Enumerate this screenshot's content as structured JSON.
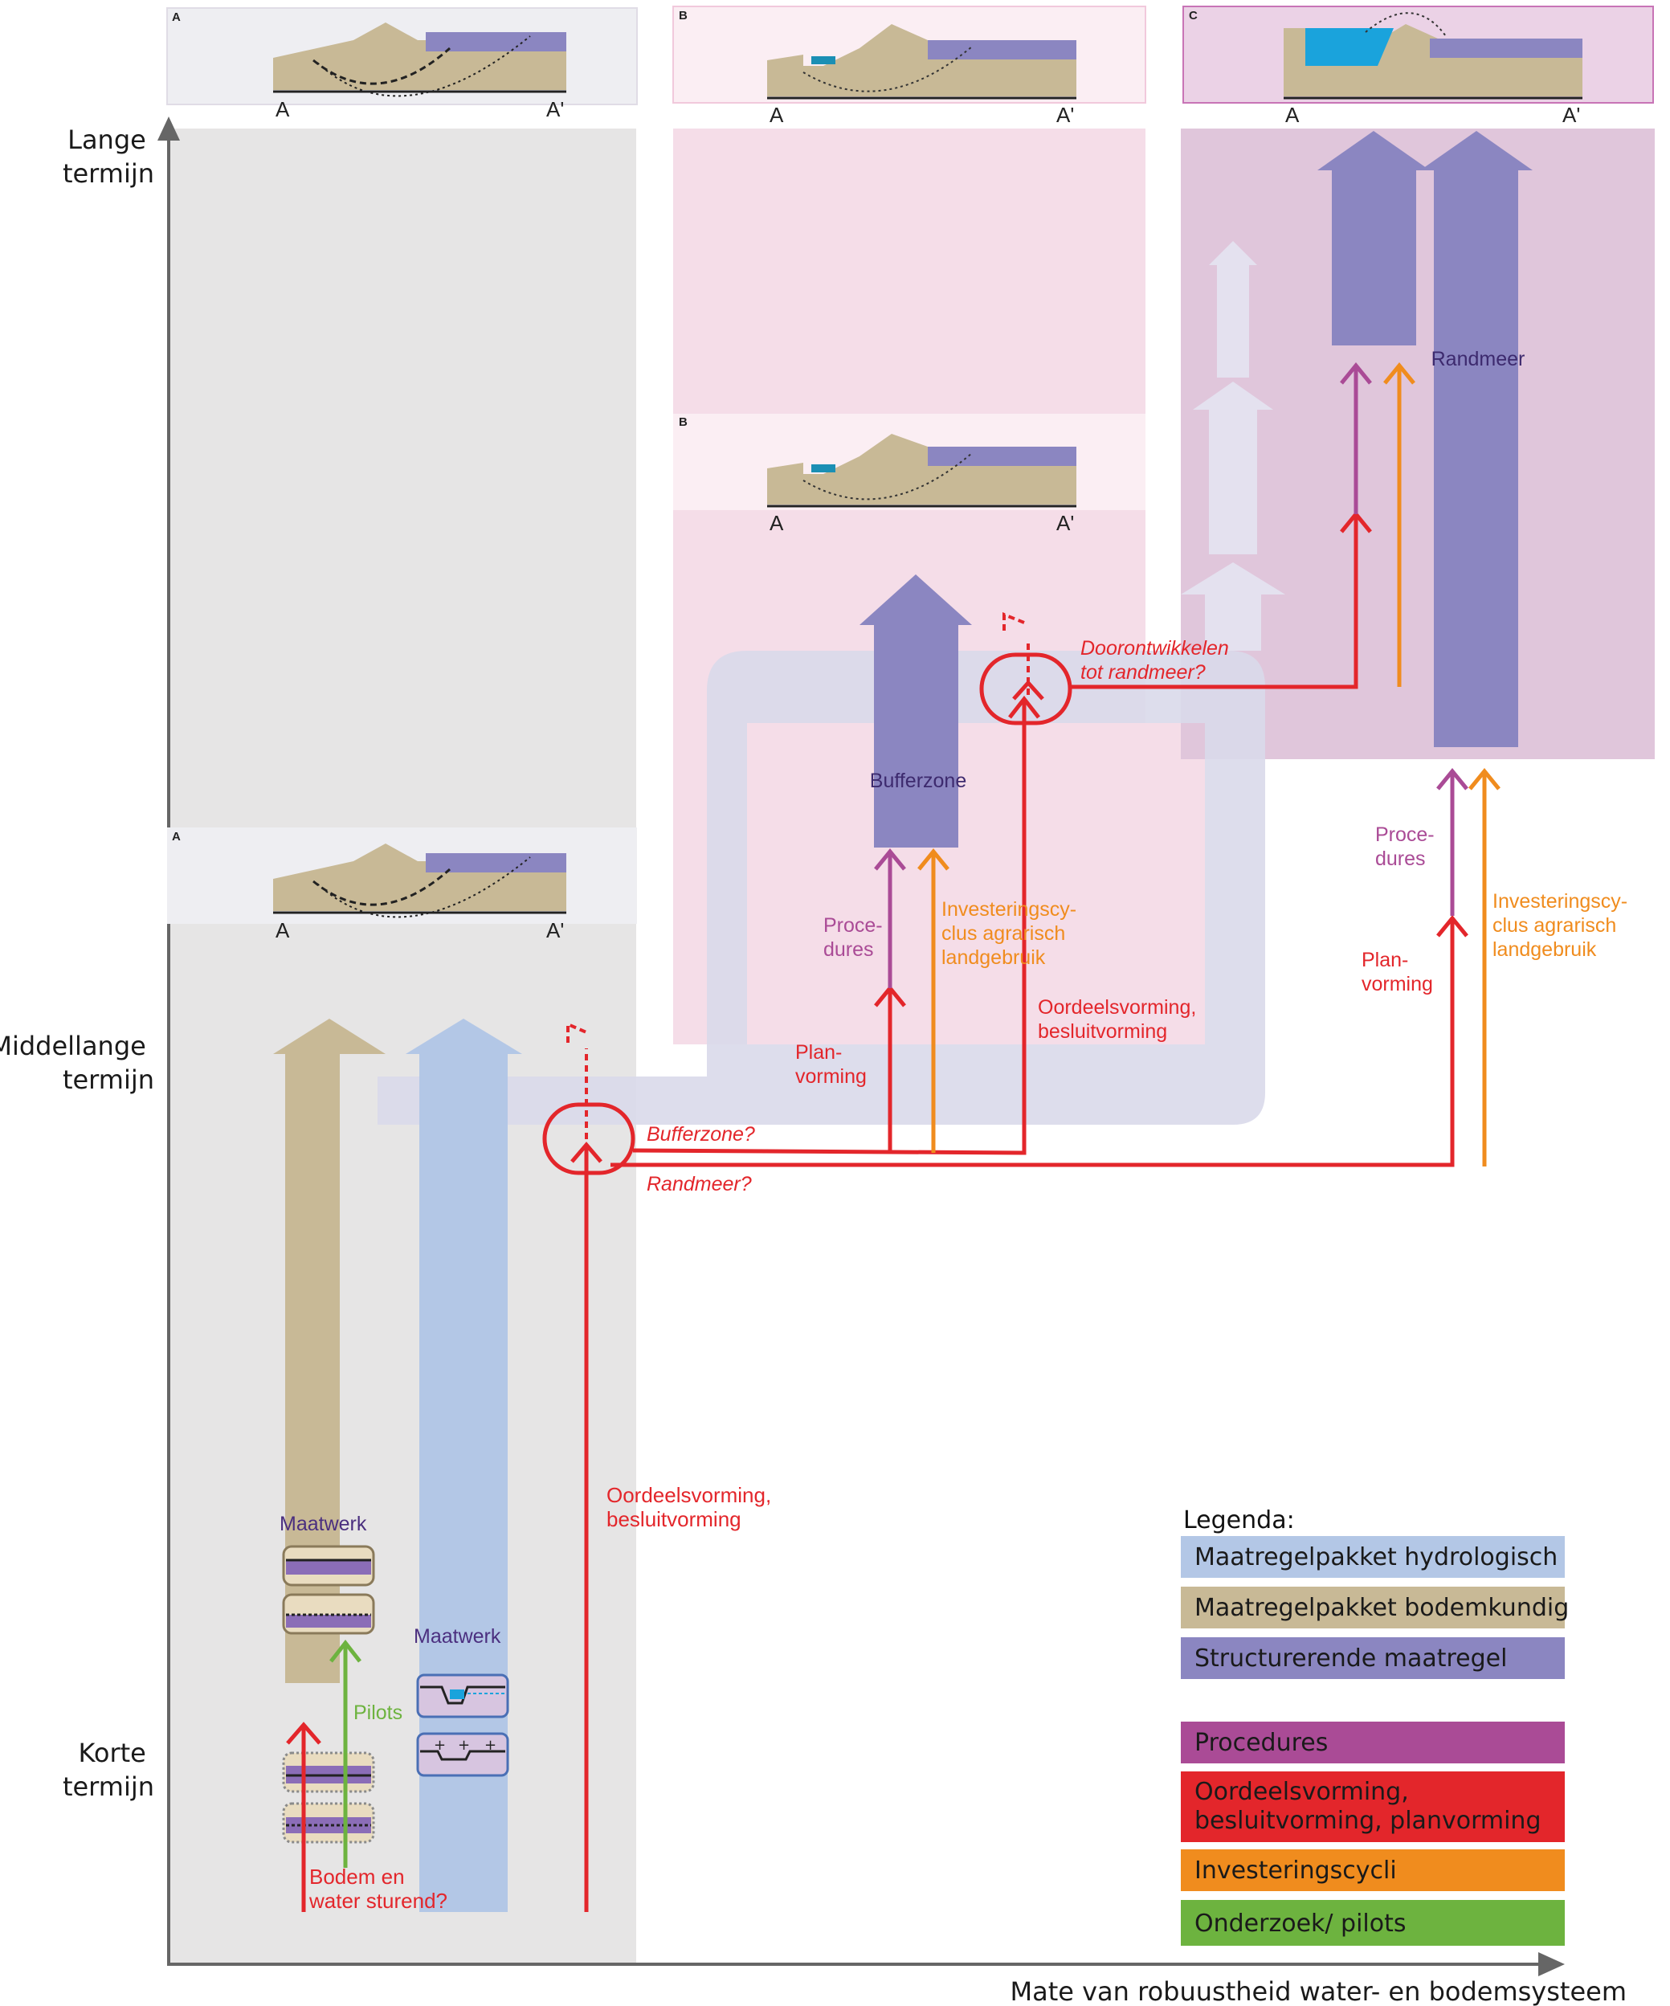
{
  "axes": {
    "y_long": [
      "Lange",
      "termijn"
    ],
    "y_medium": [
      "Middellange",
      "termijn"
    ],
    "y_short": [
      "Korte",
      "termijn"
    ],
    "x_label": "Mate van robuustheid water- en bodemsysteem"
  },
  "cross_sections": {
    "panel_a": "A",
    "panel_b": "B",
    "panel_c": "C",
    "left_mark": "A",
    "right_mark": "A'"
  },
  "labels": {
    "maatwerk_1": "Maatwerk",
    "maatwerk_2": "Maatwerk",
    "pilots": "Pilots",
    "bodem_water": [
      "Bodem en",
      "water sturend?"
    ],
    "oordeel_low": [
      "Oordeelsvorming,",
      "besluitvorming"
    ],
    "bufferzone_q": "Bufferzone?",
    "randmeer_q": "Randmeer?",
    "plan_b": [
      "Plan-",
      "vorming"
    ],
    "proc_b": [
      "Proce-",
      "dures"
    ],
    "invest_b": [
      "Investeringscy-",
      "clus agrarisch",
      "landgebruik"
    ],
    "oordeel_mid": [
      "Oordeelsvorming,",
      "besluitvorming"
    ],
    "bufferzone": "Bufferzone",
    "doorontwikkelen": [
      "Doorontwikkelen",
      "tot randmeer?"
    ],
    "randmeer": "Randmeer",
    "proc_c": [
      "Proce-",
      "dures"
    ],
    "plan_c": [
      "Plan-",
      "vorming"
    ],
    "invest_c": [
      "Investeringscy-",
      "clus agrarisch",
      "landgebruik"
    ]
  },
  "legend": {
    "title": "Legenda:",
    "items": [
      {
        "label": "Maatregelpakket hydrologisch",
        "color": "#b3c7e6",
        "text_color": "#1a1a1a"
      },
      {
        "label": "Maatregelpakket bodemkundig",
        "color": "#c8b996",
        "text_color": "#1a1a1a"
      },
      {
        "label": "Structurerende maatregel",
        "color": "#8b86c1",
        "text_color": "#1a1a1a"
      },
      {
        "label": "Procedures",
        "color": "#aa4b96",
        "text_color": "#1a1a1a"
      },
      {
        "label": [
          "Oordeelsvorming,",
          "besluitvorming, planvorming"
        ],
        "color": "#e3262b",
        "text_color": "#1a1a1a"
      },
      {
        "label": "Investeringscycli",
        "color": "#f08c1e",
        "text_color": "#1a1a1a"
      },
      {
        "label": "Onderzoek/ pilots",
        "color": "#6db33f",
        "text_color": "#1a1a1a"
      }
    ]
  },
  "colors": {
    "zone_a": "#e6e5e5",
    "zone_b": "#f5dde8",
    "zone_c": "#e0c6db",
    "path": "#d9d9ea",
    "tan": "#c8b996",
    "blue": "#b3c7e6",
    "purple": "#8b86c1",
    "red": "#e3262b",
    "magenta": "#aa4b96",
    "orange": "#f08c1e",
    "green": "#6db33f",
    "water": "#1aa3dc"
  }
}
